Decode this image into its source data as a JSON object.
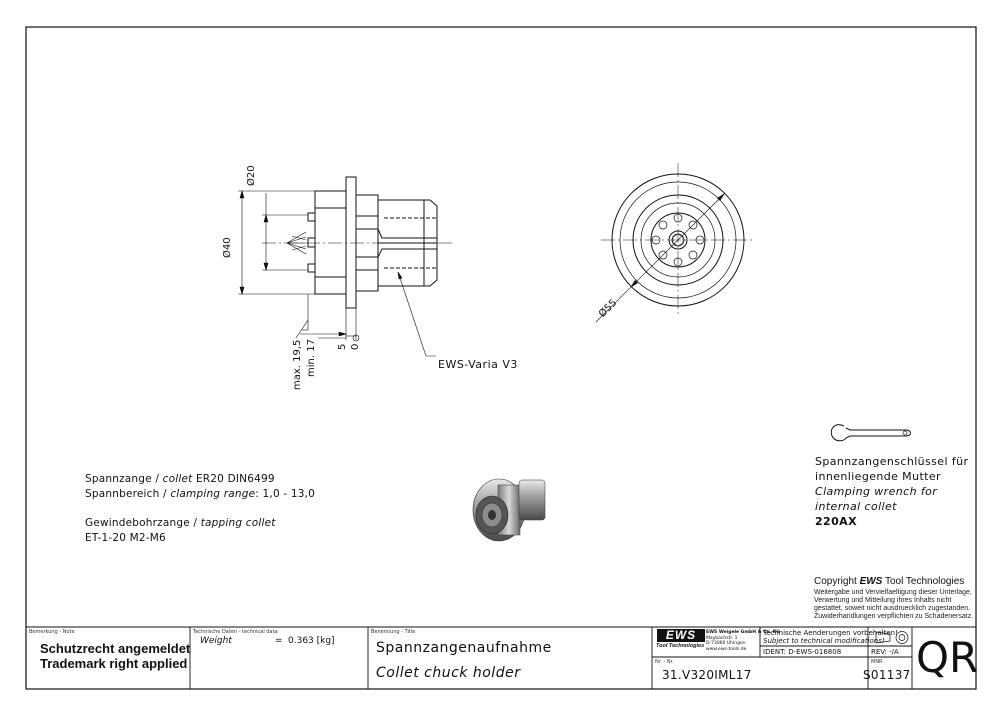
{
  "drawing": {
    "dimensions": {
      "d20": "Ø20",
      "d40": "Ø40",
      "d55": "Ø55",
      "max": "max. 19,5",
      "min": "min. 17",
      "five": "5",
      "zero": "0"
    },
    "callout": "EWS-Varia V3"
  },
  "notes": {
    "line1_a": "Spannzange / ",
    "line1_b": "collet",
    "line1_c": "   ER20   DIN6499",
    "line2_a": "Spannbereich / ",
    "line2_b": "clamping range",
    "line2_c": ": 1,0 - 13,0",
    "line3_a": "Gewindebohrzange / ",
    "line3_b": "tapping collet",
    "line4": "ET-1-20   M2-M6"
  },
  "wrench": {
    "de1": "Spannzangenschlüssel für",
    "de2": "innenliegende Mutter",
    "en1": "Clamping wrench for",
    "en2": "internal collet",
    "code": "220AX"
  },
  "copyright": {
    "head_a": "Copyright ",
    "head_b": "EWS",
    "head_c": " Tool Technologies",
    "l1": "Weitergabe und Vervielfaeltigung dieser Unterlage,",
    "l2": "Verwertung und Mitteilung ihres Inhalts nicht",
    "l3": "gestattet, soweit nicht ausdruecklich zugestanden.",
    "l4": "Zuwiderhandlungen verpflichten zu Schadenersatz."
  },
  "title_block": {
    "remark_label": "Bemerkung - Note",
    "remark1": "Schutzrecht angemeldet",
    "remark2": "Trademark right applied",
    "tech_label": "Technische Daten - technical data",
    "weight_label": "Weight",
    "weight_eq": "=",
    "weight_value": "0.363 [kg]",
    "title_label": "Benennung - Title",
    "title_de": "Spannzangenaufnahme",
    "title_en": "Collet chuck holder",
    "logo": "EWS",
    "logo_sub": "Tool Technologies",
    "company1": "EWS Weigele GmbH & Co. KG",
    "company2": "Maybachstr. 1",
    "company3": "D-73066 Uhingen",
    "company4": "www.ews-tools.de",
    "change1": "Technische Aenderungen vorbehalten!",
    "change2": "Subject to technical modifications!",
    "ident": "IDENT:  D-EWS-016808",
    "rev": "REV:  -/A",
    "nr_label": "Nr. - Nr.",
    "part_no": "31.V320IML17",
    "mnr_label": "MNR",
    "sheet_no": "S01137",
    "qr": "QR"
  }
}
